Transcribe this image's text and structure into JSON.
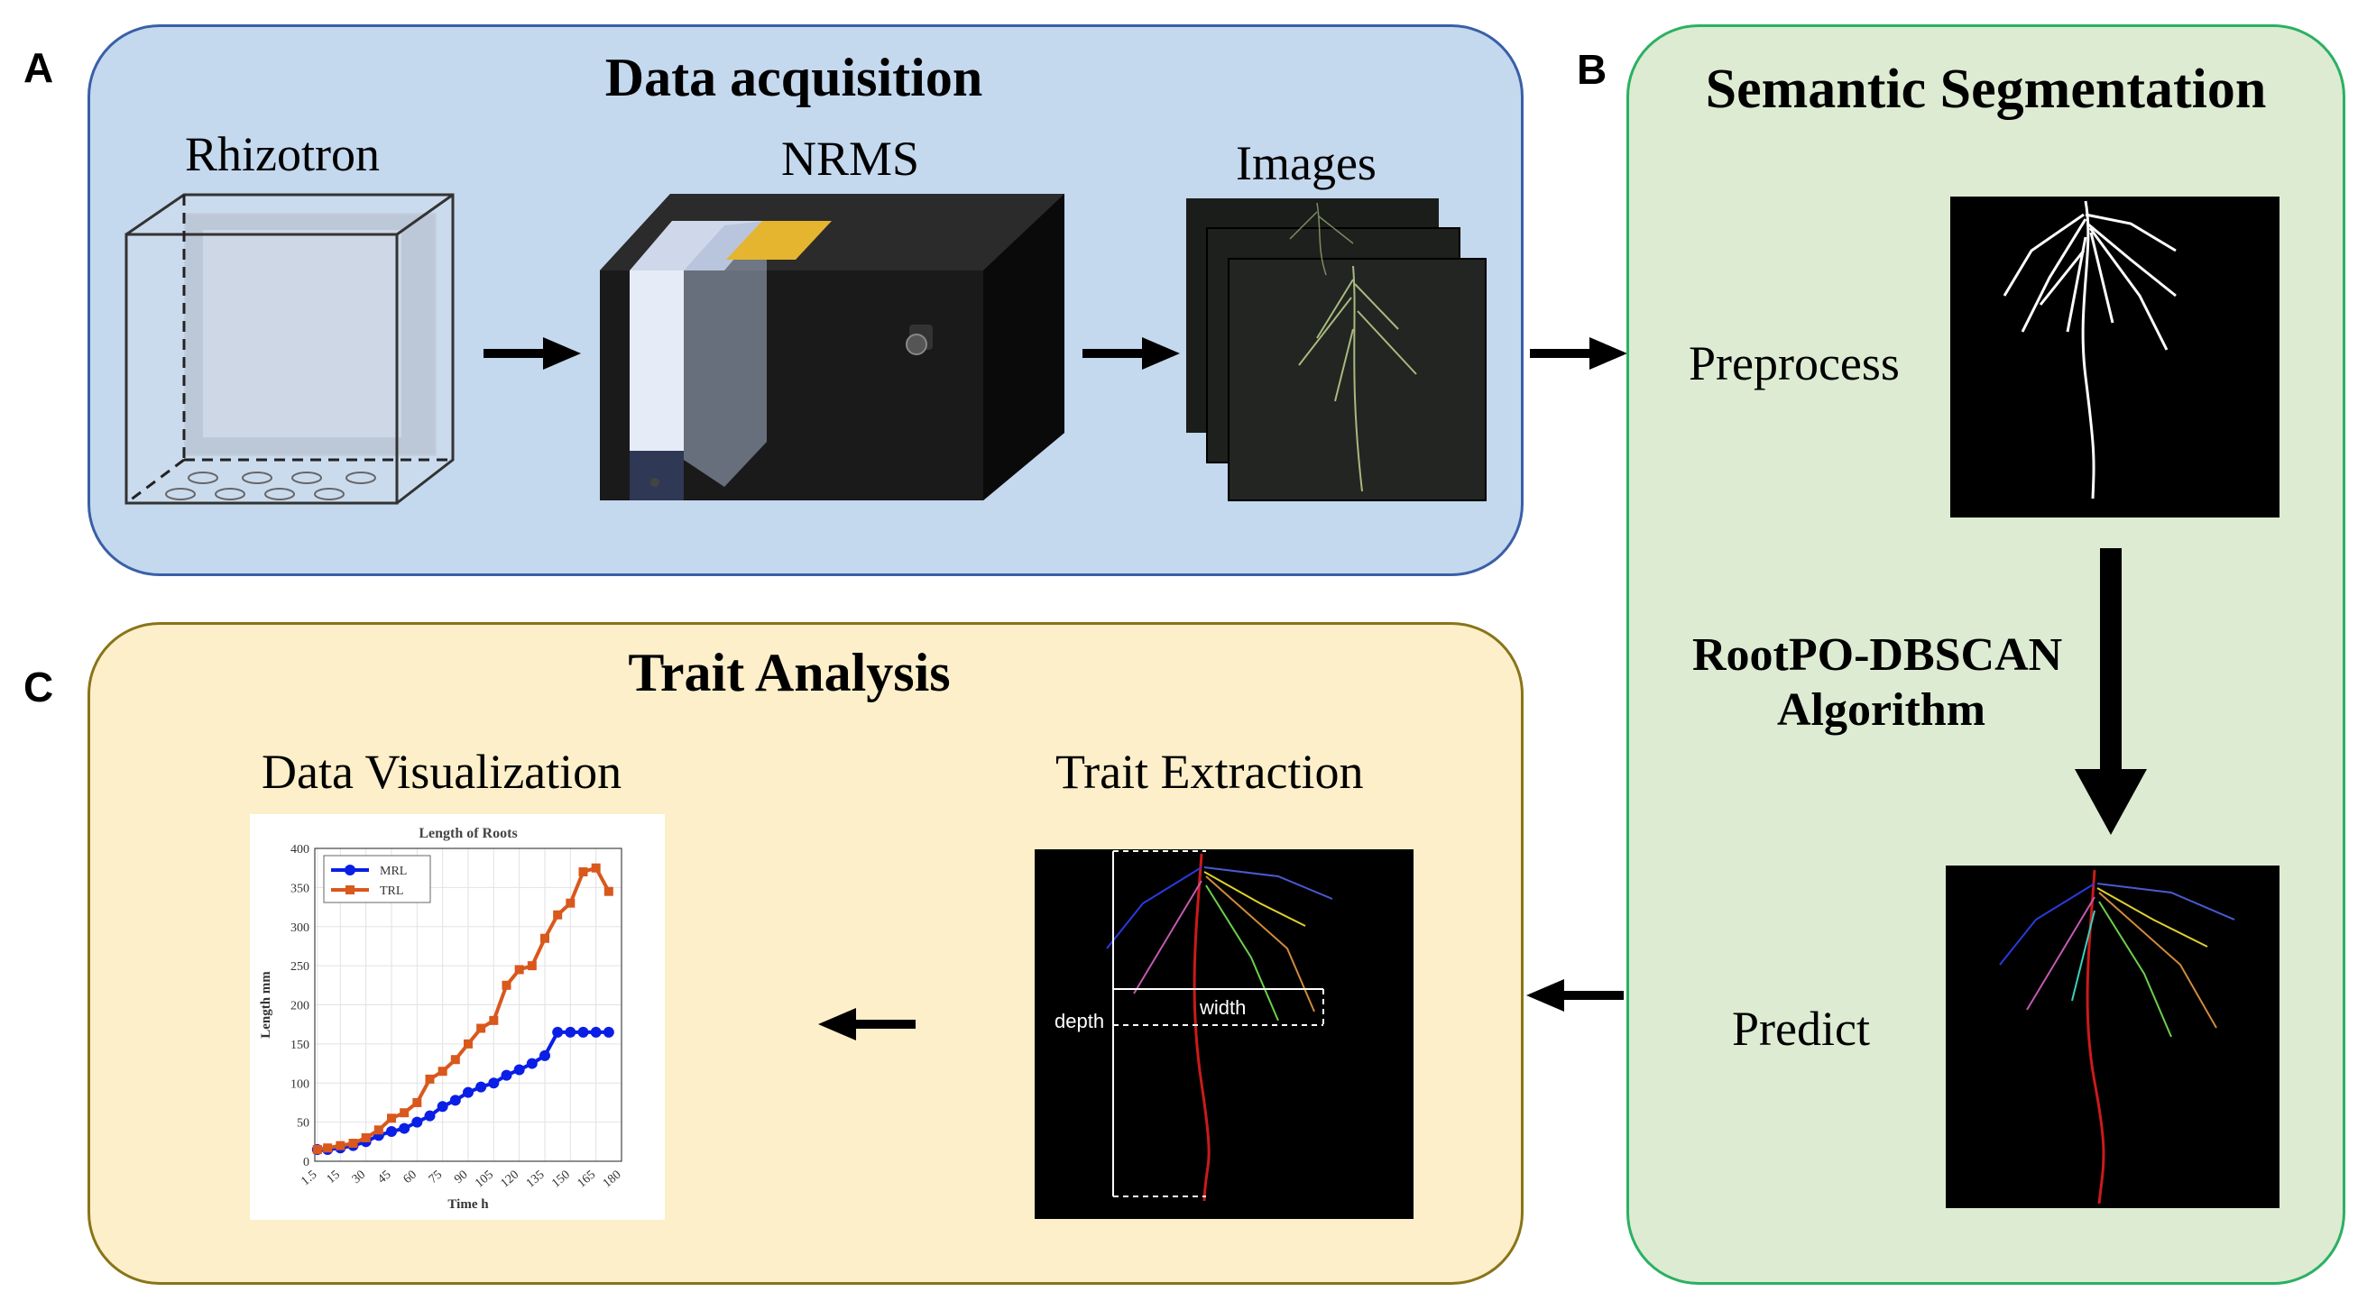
{
  "panel_labels": {
    "a": "A",
    "b": "B",
    "c": "C"
  },
  "panel_a": {
    "title": "Data acquisition",
    "steps": [
      "Rhizotron",
      "NRMS",
      "Images"
    ]
  },
  "panel_b": {
    "title": "Semantic Segmentation",
    "preprocess": "Preprocess",
    "algorithm_line1": "RootPO-DBSCAN",
    "algorithm_line2": "Algorithm",
    "predict": "Predict"
  },
  "panel_c": {
    "title": "Trait Analysis",
    "data_visualization": "Data Visualization",
    "trait_extraction": "Trait Extraction",
    "depth_label": "depth",
    "width_label": "width"
  },
  "colors": {
    "panel_a_fill": "#c4d8ee",
    "panel_b_fill": "#dcebd2",
    "panel_c_fill": "#fcefc9",
    "mrl": "#0a1ee6",
    "trl": "#d9581c"
  },
  "chart_data": {
    "type": "line",
    "title": "Length of Roots",
    "xlabel": "Time h",
    "ylabel": "Length mm",
    "x_ticks": [
      "1.5",
      "15",
      "30",
      "45",
      "60",
      "75",
      "90",
      "105",
      "120",
      "135",
      "150",
      "165",
      "180"
    ],
    "y_ticks": [
      "0",
      "50",
      "100",
      "150",
      "200",
      "250",
      "300",
      "350",
      "400"
    ],
    "xlim": [
      0,
      180
    ],
    "ylim": [
      0,
      400
    ],
    "grid": true,
    "legend_position": "top-left",
    "series": [
      {
        "name": "MRL",
        "color": "#0a1ee6",
        "marker": "circle",
        "x": [
          1.5,
          7.5,
          15,
          22.5,
          30,
          37.5,
          45,
          52.5,
          60,
          67.5,
          75,
          82.5,
          90,
          97.5,
          105,
          112.5,
          120,
          127.5,
          135,
          142.5,
          150,
          157.5,
          165,
          172.5
        ],
        "y": [
          15,
          15,
          17,
          20,
          25,
          33,
          38,
          42,
          50,
          58,
          70,
          78,
          88,
          95,
          100,
          110,
          117,
          125,
          135,
          165,
          165,
          165,
          165,
          165
        ]
      },
      {
        "name": "TRL",
        "color": "#d9581c",
        "marker": "square",
        "x": [
          1.5,
          7.5,
          15,
          22.5,
          30,
          37.5,
          45,
          52.5,
          60,
          67.5,
          75,
          82.5,
          90,
          97.5,
          105,
          112.5,
          120,
          127.5,
          135,
          142.5,
          150,
          157.5,
          165,
          172.5
        ],
        "y": [
          15,
          17,
          20,
          23,
          30,
          40,
          55,
          62,
          75,
          105,
          115,
          130,
          150,
          170,
          180,
          225,
          245,
          250,
          285,
          315,
          330,
          370,
          375,
          345
        ]
      }
    ]
  }
}
